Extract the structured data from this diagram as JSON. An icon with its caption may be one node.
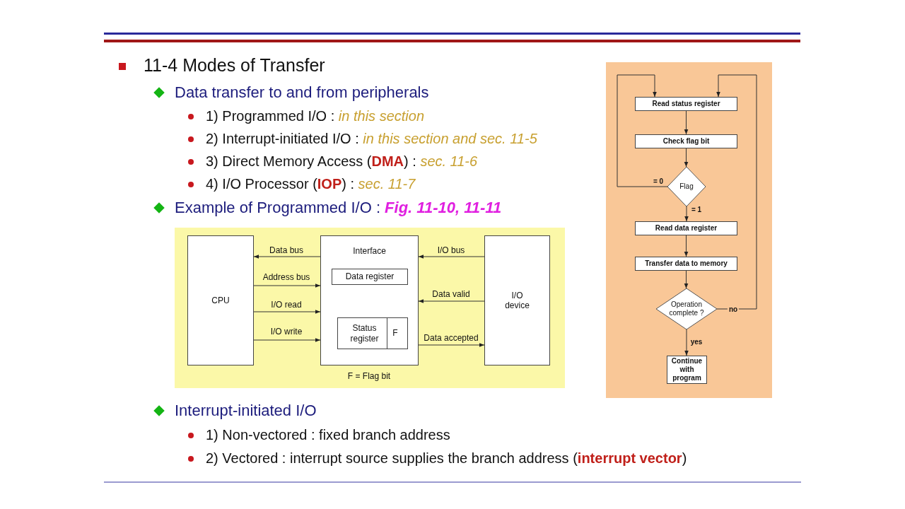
{
  "diagram": {
    "title": "11-4 Modes of Transfer",
    "nodes": [
      {
        "text": [
          "CPU"
        ]
      },
      {
        "text": [
          "Interface"
        ]
      },
      {
        "text": [
          "Data register"
        ],
        "in": 1
      },
      {
        "text": [
          "Status register",
          "F"
        ],
        "in": 1
      },
      {
        "text": [
          "I/O device"
        ]
      },
      {
        "text": [
          "Read status register"
        ]
      },
      {
        "text": [
          "Check flag bit"
        ]
      },
      {
        "text": [
          "Flag"
        ]
      },
      {
        "text": [
          "Read data register"
        ]
      },
      {
        "text": [
          "Transfer data to memory"
        ]
      },
      {
        "text": [
          "Operation complete ?"
        ]
      },
      {
        "text": [
          "Continue with program"
        ]
      }
    ],
    "edges": [
      {
        "from": 1,
        "to": 0,
        "arrow": "to",
        "label": "Data bus"
      },
      {
        "from": 0,
        "to": 1,
        "arrow": "to",
        "label": "Address bus"
      },
      {
        "from": 0,
        "to": 1,
        "arrow": "to",
        "label": "I/O read"
      },
      {
        "from": 0,
        "to": 1,
        "arrow": "to",
        "label": "I/O write"
      },
      {
        "from": 4,
        "to": 1,
        "arrow": "to",
        "label": "I/O bus"
      },
      {
        "from": 4,
        "to": 1,
        "arrow": "to",
        "label": "Data valid"
      },
      {
        "from": 1,
        "to": 4,
        "arrow": "to",
        "label": "Data accepted"
      },
      {
        "from": 5,
        "to": 6,
        "arrow": "to"
      },
      {
        "from": 6,
        "to": 7,
        "arrow": "to"
      },
      {
        "from": 7,
        "to": 5,
        "arrow": "to",
        "label": "= 0"
      },
      {
        "from": 7,
        "to": 8,
        "arrow": "to",
        "label": "= 1"
      },
      {
        "from": 8,
        "to": 9,
        "arrow": "to"
      },
      {
        "from": 9,
        "to": 10,
        "arrow": "to"
      },
      {
        "from": 10,
        "to": 5,
        "arrow": "to",
        "label": "no"
      },
      {
        "from": 10,
        "to": 11,
        "arrow": "to",
        "label": "yes"
      }
    ],
    "labels": [
      "Data transfer to and from peripherals",
      "1) Programmed I/O : *in this section*",
      "2) Interrupt-initiated I/O : *in this section and sec. 11-5*",
      "3) Direct Memory Access (**DMA**) : *sec. 11-6*",
      "4) I/O Processor (**IOP**) : *sec. 11-7*",
      "Example of Programmed I/O : *Fig. 11-10, 11-11*",
      "F = Flag bit",
      "Interrupt-initiated I/O",
      "1) Non-vectored : fixed branch address",
      "2) Vectored : interrupt source supplies the branch address (**interrupt vector**)"
    ]
  }
}
